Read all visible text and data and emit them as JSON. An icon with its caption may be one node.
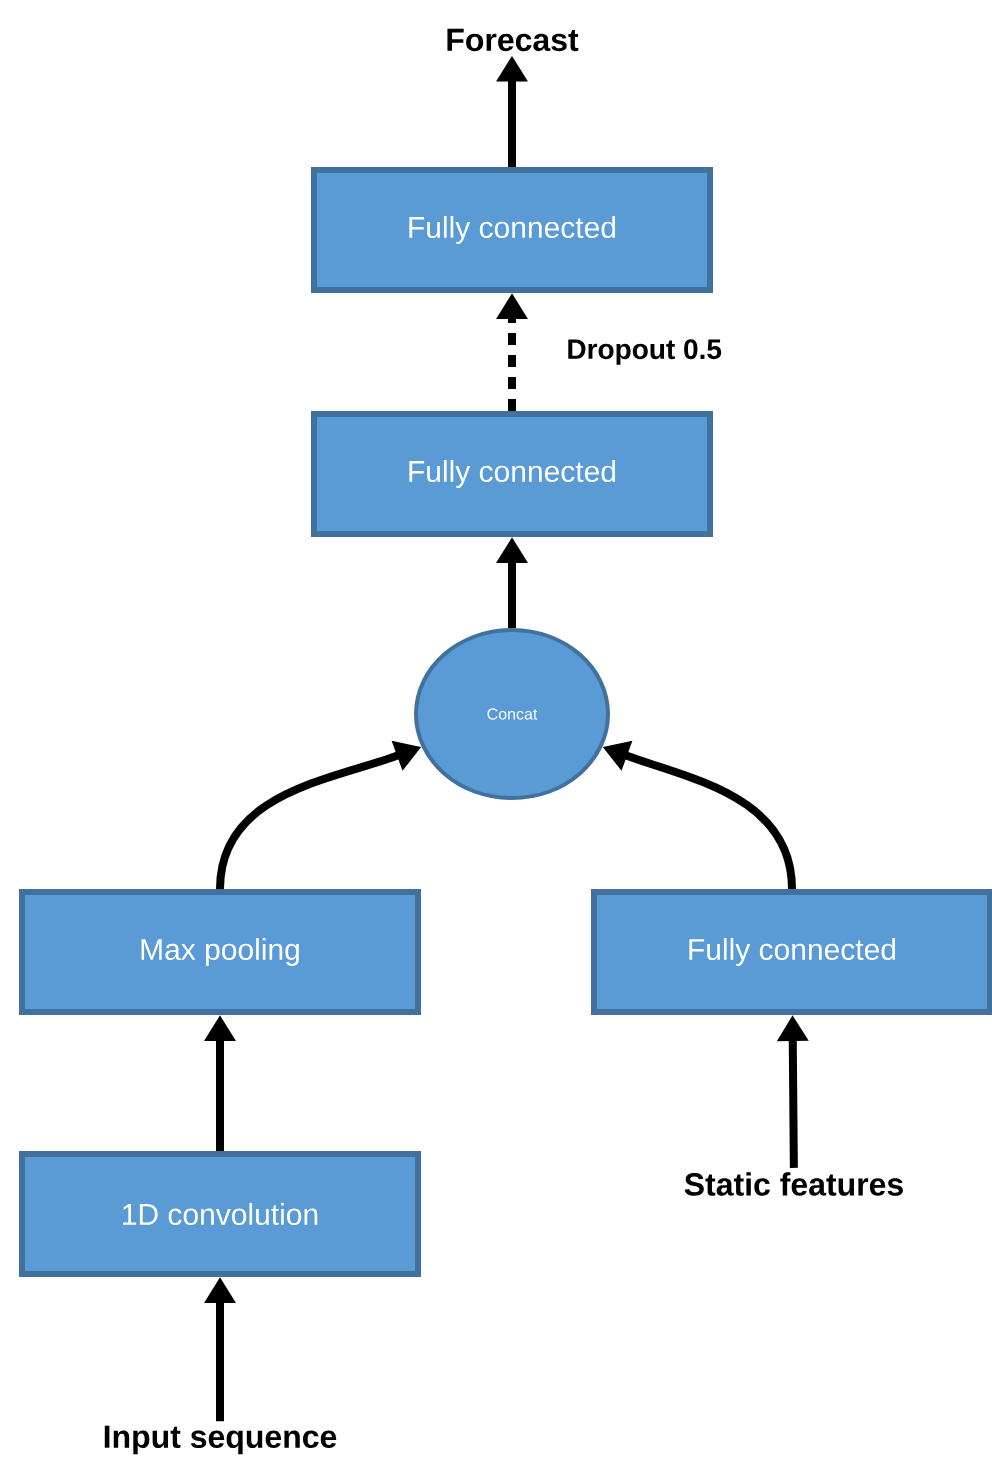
{
  "diagram": {
    "nodes": [
      {
        "text": [
          "Forecast"
        ]
      },
      {
        "text": [
          "Fully connected"
        ]
      },
      {
        "text": [
          "Fully connected"
        ]
      },
      {
        "text": [
          "Concat"
        ]
      },
      {
        "text": [
          "Max pooling"
        ]
      },
      {
        "text": [
          "Fully connected"
        ]
      },
      {
        "text": [
          "1D convolution"
        ]
      },
      {
        "text": [
          "Static features"
        ]
      },
      {
        "text": [
          "Input sequence"
        ]
      }
    ],
    "edges": [
      {
        "from": 1,
        "to": 0,
        "arrow": "to"
      },
      {
        "from": 2,
        "to": 1,
        "arrow": "to",
        "style": "dashed",
        "label": "Dropout 0.5"
      },
      {
        "from": 3,
        "to": 2,
        "arrow": "to"
      },
      {
        "from": 4,
        "to": 3,
        "arrow": "to"
      },
      {
        "from": 5,
        "to": 3,
        "arrow": "to"
      },
      {
        "from": 6,
        "to": 4,
        "arrow": "to"
      },
      {
        "from": 7,
        "to": 5,
        "arrow": "to"
      },
      {
        "from": 8,
        "to": 6,
        "arrow": "to"
      }
    ]
  }
}
